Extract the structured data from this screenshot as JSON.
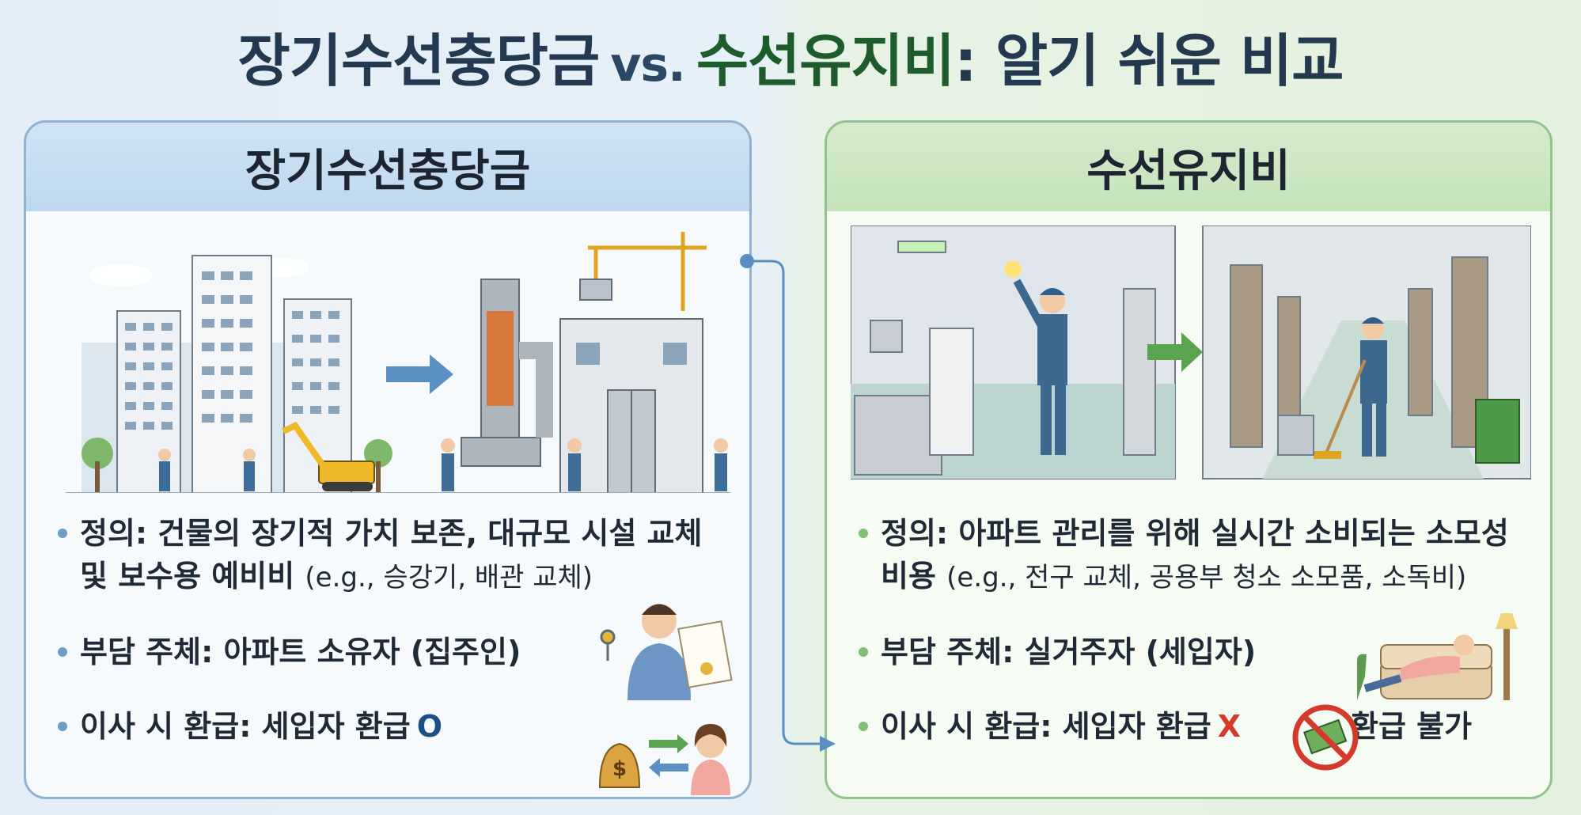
{
  "title": {
    "part1": "장기수선충당금",
    "vs": "vs.",
    "part2": "수선유지비",
    "part3": ": 알기 쉬운 비교"
  },
  "left_panel": {
    "heading": "장기수선충당금",
    "definition_line1": "정의: 건물의 장기적 가치 보존, 대규모 시설 교체",
    "definition_line2": "및 보수용 예비비",
    "definition_example": "(e.g., 승강기, 배관 교체)",
    "payer": "부담 주체: 아파트 소유자 (집주인)",
    "refund": "이사 시 환급: 세입자 환급",
    "refund_mark": "O",
    "colors": {
      "accent": "#8fb3d1",
      "header": "#c7ddf0"
    }
  },
  "right_panel": {
    "heading": "수선유지비",
    "definition_line1": "정의: 아파트 관리를 위해 실시간 소비되는 소모성",
    "definition_line2": "비용",
    "definition_example": "(e.g., 전구 교체, 공용부 청소 소모품, 소독비)",
    "payer": "부담 주체: 실거주자 (세입자)",
    "refund": "이사 시 환급: 세입자 환급",
    "refund_mark": "X",
    "no_refund_label": "환급 불가",
    "colors": {
      "accent": "#91c48b",
      "header": "#cde7c4"
    }
  },
  "icons": [
    "building-icon",
    "crane-icon",
    "pipe-icon",
    "worker-icon",
    "excavator-icon",
    "owner-icon",
    "money-bag-icon",
    "exchange-arrows-icon",
    "tenant-icon",
    "lightbulb-worker-icon",
    "cleaning-worker-icon",
    "sofa-person-icon",
    "no-money-icon"
  ]
}
